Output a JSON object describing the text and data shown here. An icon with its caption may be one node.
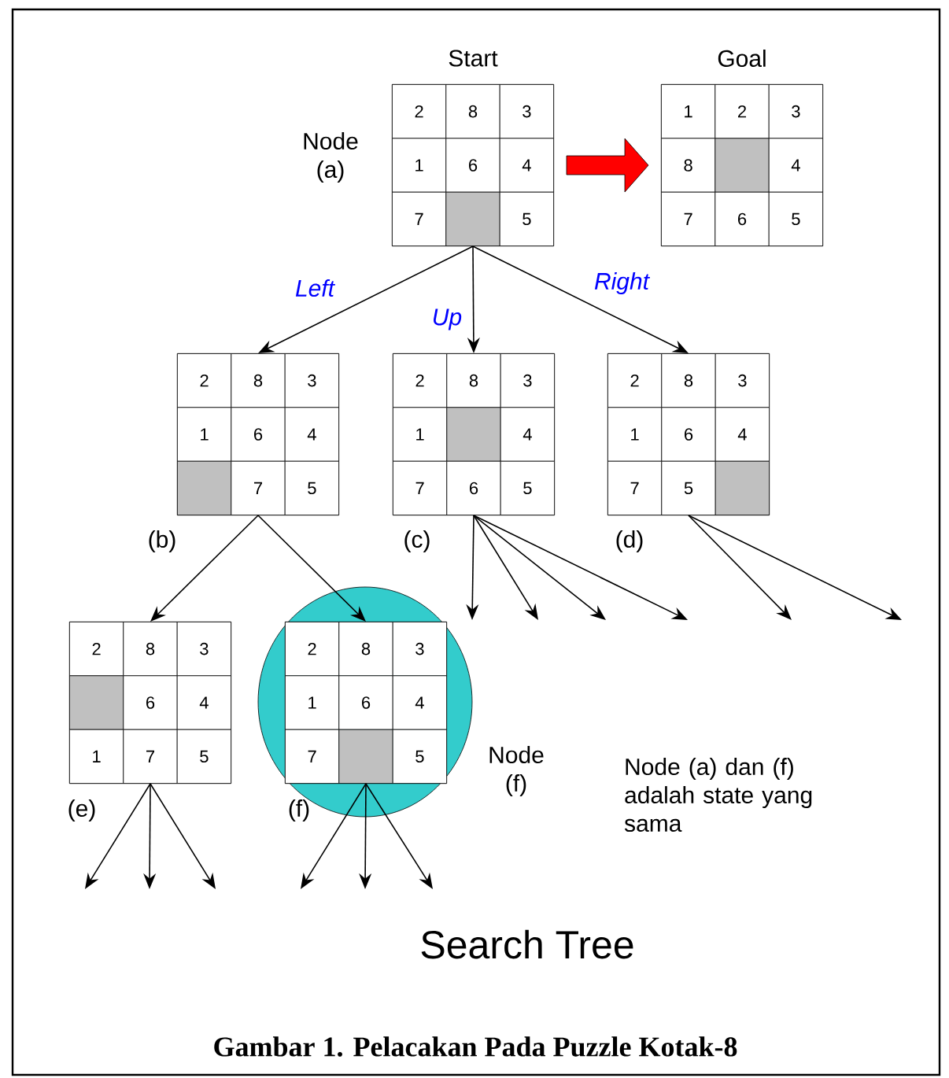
{
  "diagram": {
    "caption": "Gambar 1. Pelacakan Pada Puzzle Kotak-8",
    "nodes": [
      {
        "text": [
          "Start"
        ],
        "beside": [
          "Node (a)"
        ]
      },
      {
        "text": [
          "2"
        ],
        "in": 0
      },
      {
        "text": [
          "8"
        ],
        "in": 0
      },
      {
        "text": [
          "3"
        ],
        "in": 0
      },
      {
        "text": [
          "1"
        ],
        "in": 0
      },
      {
        "text": [
          "6"
        ],
        "in": 0
      },
      {
        "text": [
          "4"
        ],
        "in": 0
      },
      {
        "text": [
          "7"
        ],
        "in": 0
      },
      {
        "text": [],
        "shape": "box",
        "in": 0
      },
      {
        "text": [
          "5"
        ],
        "in": 0
      },
      {
        "text": [
          "Goal"
        ]
      },
      {
        "text": [
          "1"
        ],
        "in": 10
      },
      {
        "text": [
          "2"
        ],
        "in": 10
      },
      {
        "text": [
          "3"
        ],
        "in": 10
      },
      {
        "text": [
          "8"
        ],
        "in": 10
      },
      {
        "text": [],
        "shape": "box",
        "in": 10
      },
      {
        "text": [
          "4"
        ],
        "in": 10
      },
      {
        "text": [
          "7"
        ],
        "in": 10
      },
      {
        "text": [
          "6"
        ],
        "in": 10
      },
      {
        "text": [
          "5"
        ],
        "in": 10
      },
      {
        "text": [],
        "shape": "box",
        "beside": [
          "(b)"
        ]
      },
      {
        "text": [
          "2"
        ],
        "in": 20
      },
      {
        "text": [
          "8"
        ],
        "in": 20
      },
      {
        "text": [
          "3"
        ],
        "in": 20
      },
      {
        "text": [
          "1"
        ],
        "in": 20
      },
      {
        "text": [
          "6"
        ],
        "in": 20
      },
      {
        "text": [
          "4"
        ],
        "in": 20
      },
      {
        "text": [],
        "shape": "box",
        "in": 20
      },
      {
        "text": [
          "7"
        ],
        "in": 20
      },
      {
        "text": [
          "5"
        ],
        "in": 20
      },
      {
        "text": [],
        "shape": "box",
        "beside": [
          "(c)"
        ]
      },
      {
        "text": [
          "2"
        ],
        "in": 30
      },
      {
        "text": [
          "8"
        ],
        "in": 30
      },
      {
        "text": [
          "3"
        ],
        "in": 30
      },
      {
        "text": [
          "1"
        ],
        "in": 30
      },
      {
        "text": [],
        "shape": "box",
        "in": 30
      },
      {
        "text": [
          "4"
        ],
        "in": 30
      },
      {
        "text": [
          "7"
        ],
        "in": 30
      },
      {
        "text": [
          "6"
        ],
        "in": 30
      },
      {
        "text": [
          "5"
        ],
        "in": 30
      },
      {
        "text": [],
        "shape": "box",
        "beside": [
          "(d)"
        ]
      },
      {
        "text": [
          "2"
        ],
        "in": 40
      },
      {
        "text": [
          "8"
        ],
        "in": 40
      },
      {
        "text": [
          "3"
        ],
        "in": 40
      },
      {
        "text": [
          "1"
        ],
        "in": 40
      },
      {
        "text": [
          "6"
        ],
        "in": 40
      },
      {
        "text": [
          "4"
        ],
        "in": 40
      },
      {
        "text": [
          "7"
        ],
        "in": 40
      },
      {
        "text": [
          "5"
        ],
        "in": 40
      },
      {
        "text": [],
        "shape": "box",
        "in": 40
      },
      {
        "text": [],
        "shape": "box",
        "beside": [
          "(e)"
        ]
      },
      {
        "text": [
          "2"
        ],
        "in": 50
      },
      {
        "text": [
          "8"
        ],
        "in": 50
      },
      {
        "text": [
          "3"
        ],
        "in": 50
      },
      {
        "text": [],
        "shape": "box",
        "in": 50
      },
      {
        "text": [
          "6"
        ],
        "in": 50
      },
      {
        "text": [
          "4"
        ],
        "in": 50
      },
      {
        "text": [
          "1"
        ],
        "in": 50
      },
      {
        "text": [
          "7"
        ],
        "in": 50
      },
      {
        "text": [
          "5"
        ],
        "in": 50
      },
      {
        "text": [],
        "shape": "circle",
        "beside": [
          "Node (f)"
        ]
      },
      {
        "text": [],
        "shape": "box",
        "in": 60,
        "beside": [
          "(f)"
        ]
      },
      {
        "text": [
          "2"
        ],
        "in": 61
      },
      {
        "text": [
          "8"
        ],
        "in": 61
      },
      {
        "text": [
          "3"
        ],
        "in": 61
      },
      {
        "text": [
          "1"
        ],
        "in": 61
      },
      {
        "text": [
          "6"
        ],
        "in": 61
      },
      {
        "text": [
          "4"
        ],
        "in": 61
      },
      {
        "text": [
          "7"
        ],
        "in": 61
      },
      {
        "text": [],
        "shape": "box",
        "in": 61
      },
      {
        "text": [
          "5"
        ],
        "in": 61
      }
    ],
    "edges": [
      {
        "from": 0,
        "to": 20,
        "arrow": "to",
        "label": "Left"
      },
      {
        "from": 0,
        "to": 30,
        "arrow": "to",
        "label": "Up"
      },
      {
        "from": 0,
        "to": 40,
        "arrow": "to",
        "label": "Right"
      },
      {
        "from": 0,
        "to": 10,
        "arrow": "to",
        "style": "thick",
        "color": "#ff0000"
      },
      {
        "from": 20,
        "to": 50,
        "arrow": "to"
      },
      {
        "from": 20,
        "to": 61,
        "arrow": "to"
      },
      {
        "from": 30,
        "to": null,
        "arrow": "to"
      },
      {
        "from": 30,
        "to": null,
        "arrow": "to"
      },
      {
        "from": 30,
        "to": null,
        "arrow": "to"
      },
      {
        "from": 30,
        "to": null,
        "arrow": "to"
      },
      {
        "from": 40,
        "to": null,
        "arrow": "to"
      },
      {
        "from": 40,
        "to": null,
        "arrow": "to"
      },
      {
        "from": 50,
        "to": null,
        "arrow": "to"
      },
      {
        "from": 50,
        "to": null,
        "arrow": "to"
      },
      {
        "from": 50,
        "to": null,
        "arrow": "to"
      },
      {
        "from": 61,
        "to": null,
        "arrow": "to"
      },
      {
        "from": 61,
        "to": null,
        "arrow": "to"
      },
      {
        "from": 61,
        "to": null,
        "arrow": "to"
      }
    ],
    "labels": [
      "Node (a) dan (f) adalah state yang sama"
    ],
    "title": "Search Tree"
  }
}
